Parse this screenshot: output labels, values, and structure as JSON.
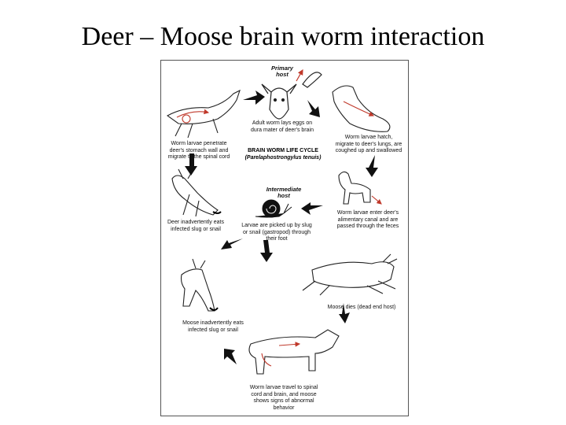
{
  "title": "Deer – Moose brain worm interaction",
  "diagram": {
    "heading": "BRAIN WORM LIFE CYCLE",
    "species": "(Parelaphostrongylus tenuis)",
    "primary_host": "Primary\nhost",
    "intermediate_host": "Intermediate\nhost",
    "steps": {
      "adult_worm": "Adult worm lays eggs on\ndura mater of deer's brain",
      "larvae_hatch": "Worm larvae hatch,\nmigrate to deer's lungs, are\ncoughed up and swallowed",
      "larvae_enter_canal": "Worm larvae enter deer's\nalimentary canal and are\npassed through the feces",
      "snail_pickup": "Larvae are picked up by slug\nor snail (gastropod) through\ntheir foot",
      "moose_dies": "Moose dies (dead end host)",
      "moose_larvae_travel": "Worm larvae travel to spinal\ncord and brain, and moose\nshows signs of abnormal\nbehavior",
      "moose_eats": "Moose inadvertently eats\ninfected slug or snail",
      "deer_eats": "Deer inadvertently eats\ninfected slug or snail",
      "larvae_penetrate": "Worm larvae penetrate\ndeer's stomach wall and\nmigrate to the spinal cord"
    }
  }
}
